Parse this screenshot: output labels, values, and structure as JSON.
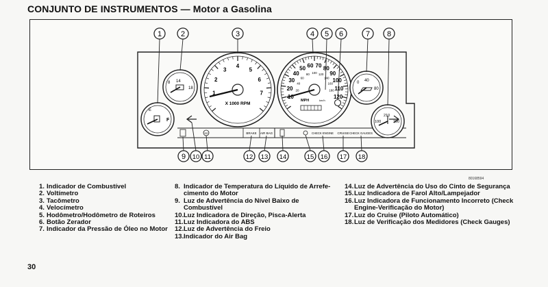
{
  "page": {
    "title": "CONJUNTO DE INSTRUMENTOS — Motor a Gasolina",
    "page_number": "30",
    "figure_code": "80168594"
  },
  "gauges": {
    "tach_units": "X 1000 RPM",
    "tach_ticks": [
      "1",
      "2",
      "3",
      "4",
      "5",
      "6",
      "7"
    ],
    "speedo_units": "MPH",
    "speedo_km": "km/h",
    "speedo_outer": [
      "10",
      "20",
      "30",
      "40",
      "50",
      "60",
      "70",
      "80",
      "90",
      "100",
      "110",
      "120"
    ],
    "speedo_inner": [
      "20",
      "40",
      "60",
      "80",
      "100",
      "120",
      "140",
      "160",
      "180"
    ],
    "volt_labels": [
      "14",
      "18",
      "8"
    ],
    "fuel_labels": [
      "F",
      "E"
    ],
    "oil_labels": [
      "40",
      "80",
      "0"
    ],
    "temp_labels": [
      "210",
      "260",
      "100"
    ]
  },
  "warning_lights": {
    "brake": "BRAKE",
    "air_bag": "AIR BAG",
    "check_engine": "CHECK ENGINE",
    "cruise": "CRUISE",
    "check_gauges": "CHECK GAUGES",
    "abs": "ABS"
  },
  "callouts": [
    "1",
    "2",
    "3",
    "4",
    "5",
    "6",
    "7",
    "8",
    "9",
    "10",
    "11",
    "12",
    "13",
    "14",
    "15",
    "16",
    "17",
    "18"
  ],
  "legend": {
    "col1": [
      {
        "num": "1.",
        "text": "Indicador de Combustível"
      },
      {
        "num": "2.",
        "text": "Voltímetro"
      },
      {
        "num": "3.",
        "text": "Tacômetro"
      },
      {
        "num": "4.",
        "text": "Velocímetro"
      },
      {
        "num": "5.",
        "text": "Hodômetro/Hodômetro de Roteiros"
      },
      {
        "num": "6.",
        "text": "Botão Zerador"
      },
      {
        "num": "7.",
        "text": "Indicador da Pressão de Óleo no Motor"
      }
    ],
    "col2": [
      {
        "num": "8.",
        "text": "Indicador de Temperatura do Líquido de Arrefe-cimento do Motor"
      },
      {
        "num": "9.",
        "text": "Luz de Advertência do Nível Baixo de Combustível"
      },
      {
        "num": "10.",
        "text": "Luz Indicadora de Direção, Pisca-Alerta"
      },
      {
        "num": "11.",
        "text": "Luz Indicadora do ABS"
      },
      {
        "num": "12.",
        "text": "Luz de Advertência do Freio"
      },
      {
        "num": "13.",
        "text": "Indicador do Air Bag"
      }
    ],
    "col3": [
      {
        "num": "14.",
        "text": "Luz de Advertência do Uso do Cinto de Segurança"
      },
      {
        "num": "15.",
        "text": "Luz Indicadora de Farol Alto/Lampejador"
      },
      {
        "num": "16.",
        "text": "Luz Indicadora de Funcionamento Incorreto (Check Engine-Verificação do Motor)"
      },
      {
        "num": "17.",
        "text": "Luz do Cruise (Piloto Automático)"
      },
      {
        "num": "18.",
        "text": "Luz de Verificação dos Medidores (Check Gauges)"
      }
    ]
  }
}
